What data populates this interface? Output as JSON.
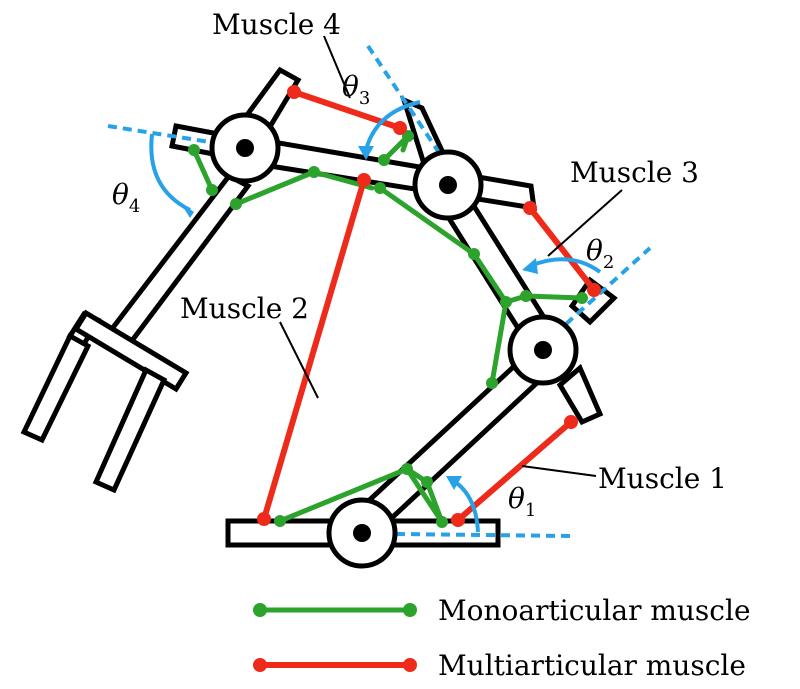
{
  "labels": {
    "muscle1": "Muscle 1",
    "muscle2": "Muscle 2",
    "muscle3": "Muscle 3",
    "muscle4": "Muscle 4"
  },
  "angles": [
    {
      "symbol": "θ",
      "sub": "1"
    },
    {
      "symbol": "θ",
      "sub": "2"
    },
    {
      "symbol": "θ",
      "sub": "3"
    },
    {
      "symbol": "θ",
      "sub": "4"
    }
  ],
  "legend": {
    "mono": "Monoarticular muscle",
    "multi": "Multiarticular muscle"
  },
  "colors": {
    "mono": "#2ca32c",
    "multi": "#ee2a1b",
    "angle": "#27a2e8"
  }
}
